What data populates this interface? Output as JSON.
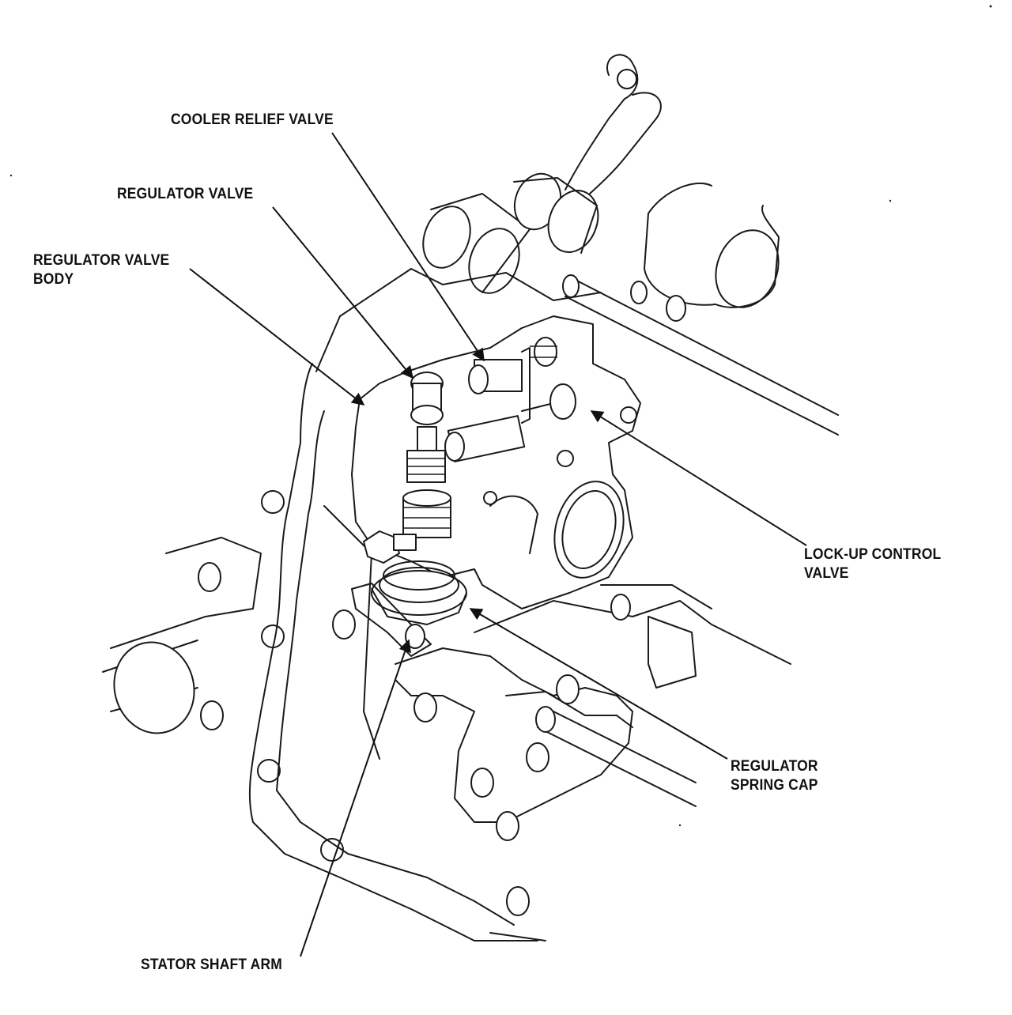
{
  "labels": {
    "cooler_relief_valve": "COOLER RELIEF VALVE",
    "regulator_valve": "REGULATOR VALVE",
    "regulator_valve_body_line1": "REGULATOR VALVE",
    "regulator_valve_body_line2": "BODY",
    "lockup_control_valve_line1": "LOCK-UP CONTROL",
    "lockup_control_valve_line2": "VALVE",
    "regulator_spring_cap_line1": "REGULATOR",
    "regulator_spring_cap_line2": "SPRING CAP",
    "stator_shaft_arm": "STATOR SHAFT ARM"
  }
}
